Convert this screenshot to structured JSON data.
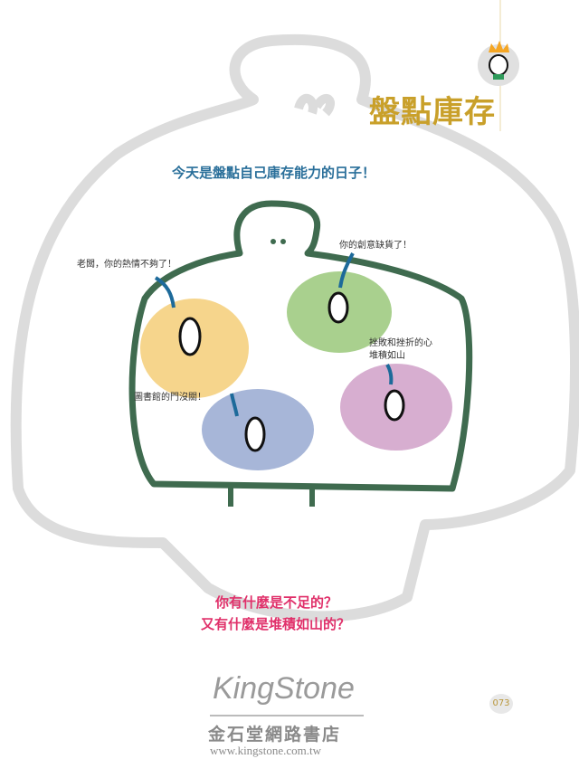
{
  "header": {
    "title": "盤點庫存"
  },
  "subtitle": "今天是盤點自己庫存能力的日子！",
  "notes": {
    "passion": "老闆，你的熱情不夠了！",
    "creativity": "你的創意缺貨了！",
    "frustration_line1": "挫敗和挫折的心",
    "frustration_line2": "堆積如山",
    "library": "圖書館的門沒關！"
  },
  "questions": [
    "你有什麼是不足的？",
    "又有什麼是堆積如山的？"
  ],
  "page_number": "073",
  "watermark": {
    "logo": "KingStone",
    "store": "金石堂網路書店",
    "url": "www.kingstone.com.tw"
  },
  "colors": {
    "title": "#c9a02a",
    "subtitle": "#2a6f9a",
    "question": "#e0306a",
    "outline": "#3f6b4f"
  }
}
